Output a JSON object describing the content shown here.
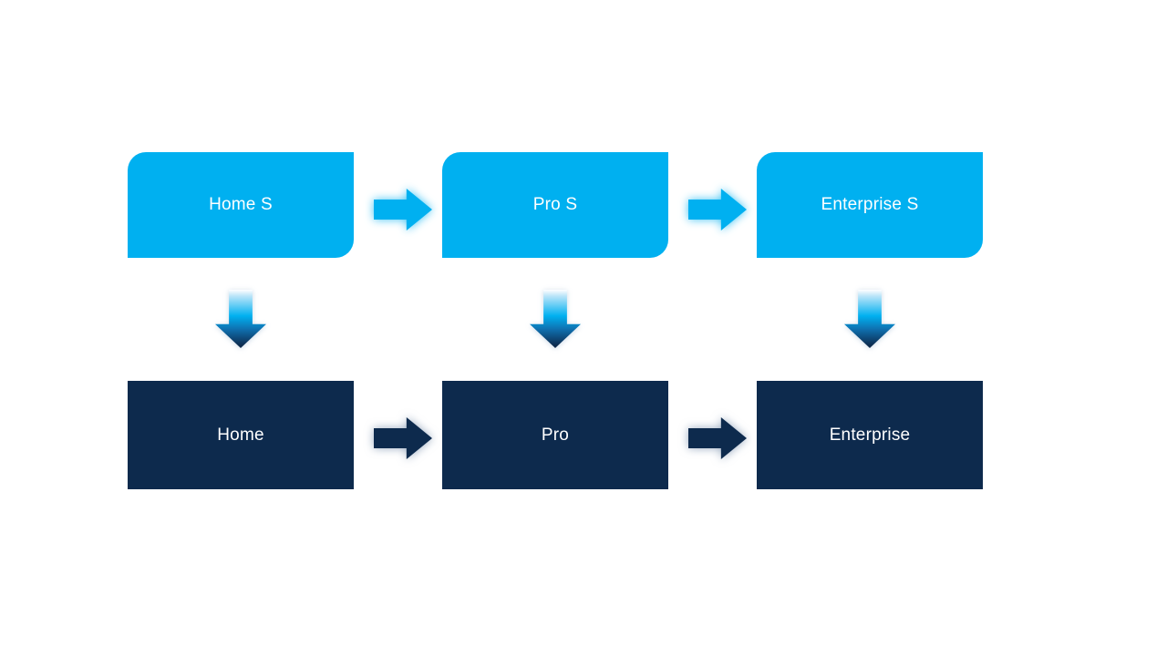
{
  "diagram": {
    "top_row": [
      {
        "label": "Home S"
      },
      {
        "label": "Pro S"
      },
      {
        "label": "Enterprise S"
      }
    ],
    "bottom_row": [
      {
        "label": "Home"
      },
      {
        "label": "Pro"
      },
      {
        "label": "Enterprise"
      }
    ],
    "connectors": {
      "horizontal_top": "right-arrow light blue glow",
      "horizontal_bottom": "right-arrow dark navy glow",
      "vertical": "down-arrow gradient light-to-dark"
    },
    "colors": {
      "light_blue": "#00B0F0",
      "dark_navy": "#0D2A4D",
      "text": "#FFFFFF",
      "background": "#FFFFFF"
    }
  }
}
